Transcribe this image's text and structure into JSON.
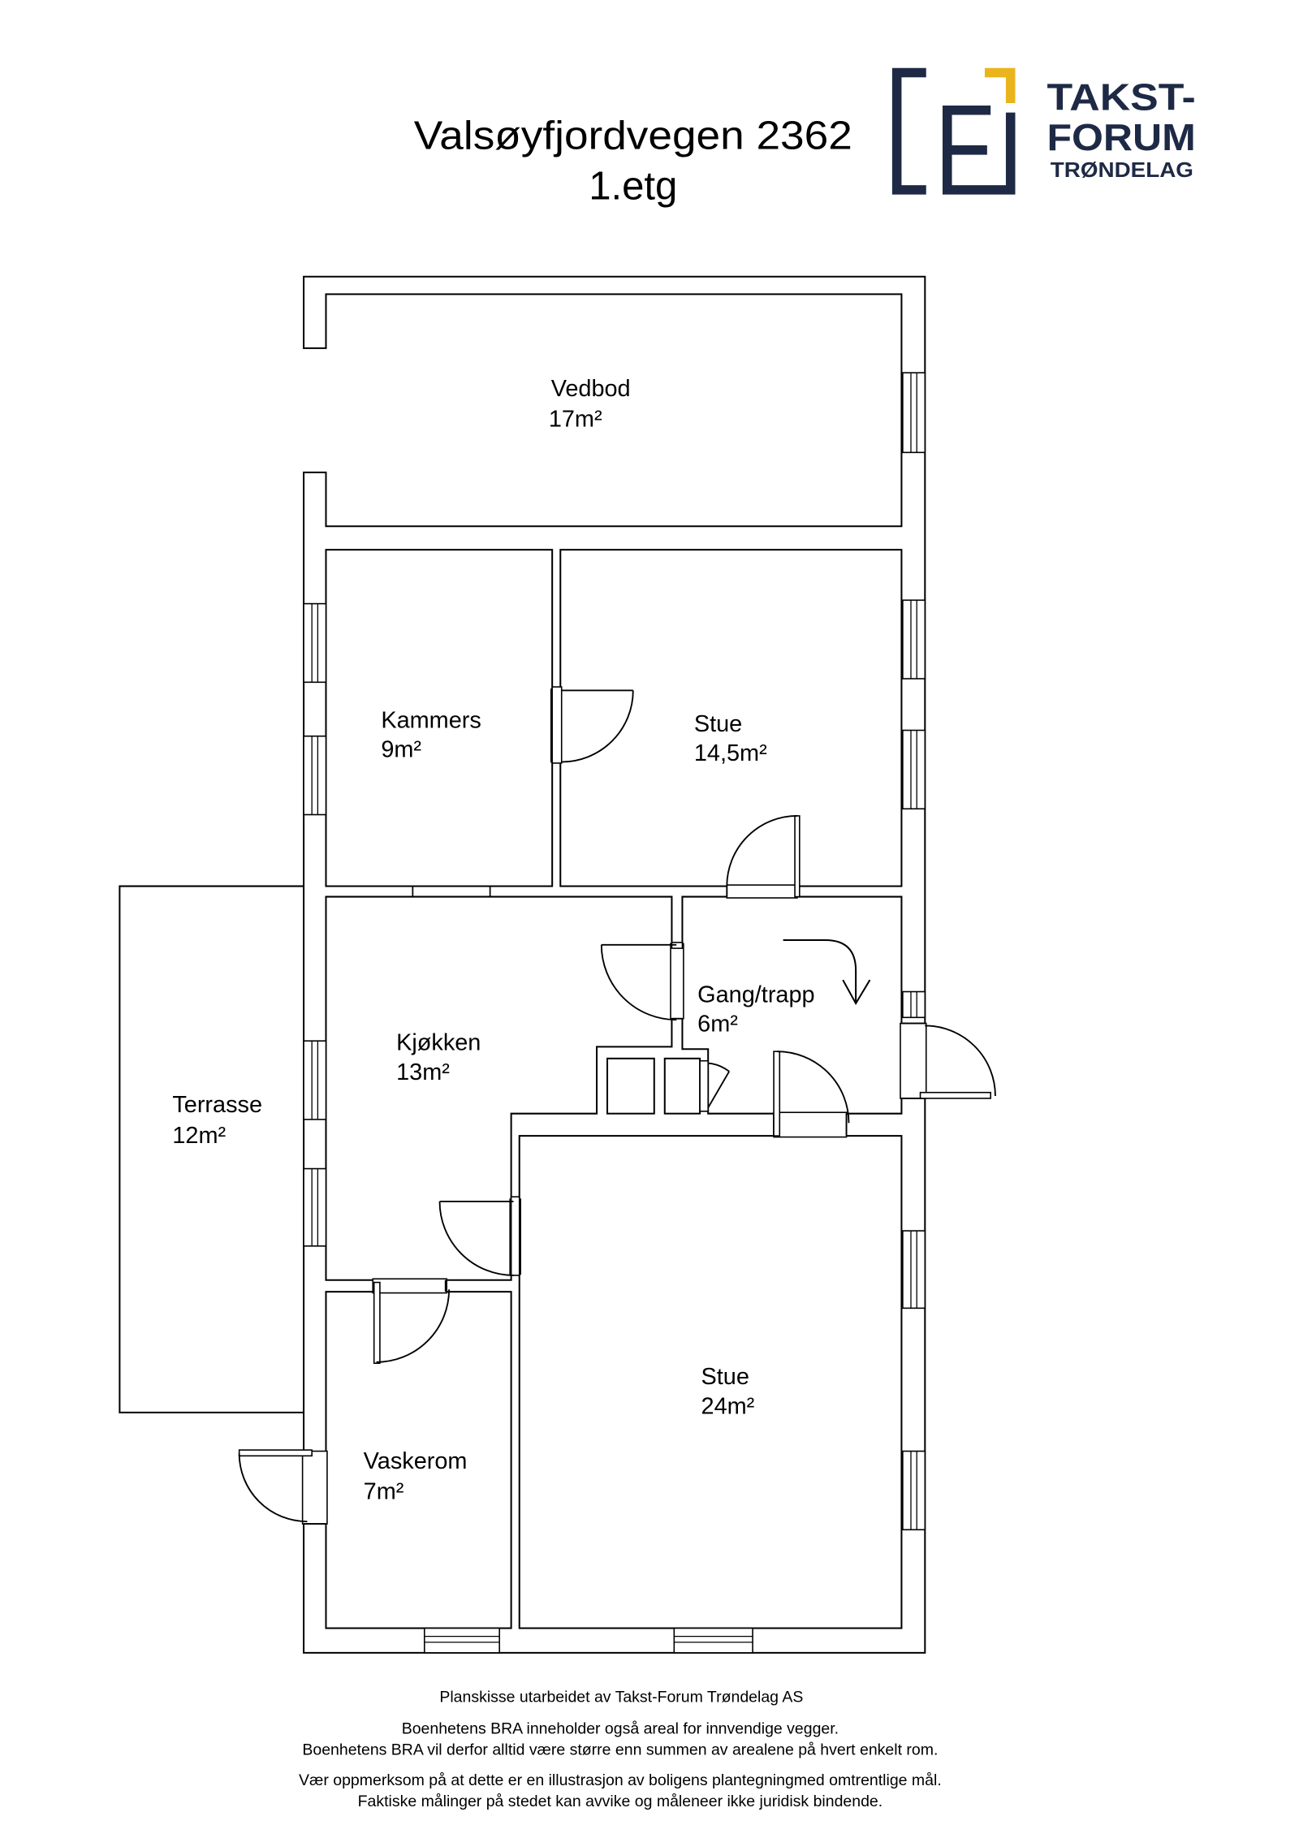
{
  "header": {
    "title": "Valsøyfjordvegen 2362",
    "floor": "1.etg"
  },
  "logo": {
    "line1": "TAKST-",
    "line2": "FORUM",
    "line3": "TRØNDELAG",
    "colors": {
      "navy": "#1e2a45",
      "gold": "#e9b41c"
    }
  },
  "rooms": [
    {
      "name": "Vedbod",
      "area": "17m²"
    },
    {
      "name": "Kammers",
      "area": "9m²"
    },
    {
      "name": "Stue",
      "area": "14,5m²"
    },
    {
      "name": "Gang/trapp",
      "area": "6m²"
    },
    {
      "name": "Kjøkken",
      "area": "13m²"
    },
    {
      "name": "Terrasse",
      "area": "12m²"
    },
    {
      "name": "Stue",
      "area": "24m²"
    },
    {
      "name": "Vaskerom",
      "area": "7m²"
    }
  ],
  "footer": {
    "credit": "Planskisse utarbeidet av Takst-Forum Trøndelag AS",
    "bra_note": [
      "Boenhetens BRA inneholder også areal for innvendige vegger.",
      "Boenhetens BRA vil derfor alltid være større enn summen av arealene på hvert enkelt rom."
    ],
    "disclaimer": [
      "Vær oppmerksom på at dette er en illustrasjon av boligens plantegningmed omtrentlige mål.",
      "Faktiske målinger på stedet kan avvike og måleneer ikke juridisk bindende."
    ]
  }
}
